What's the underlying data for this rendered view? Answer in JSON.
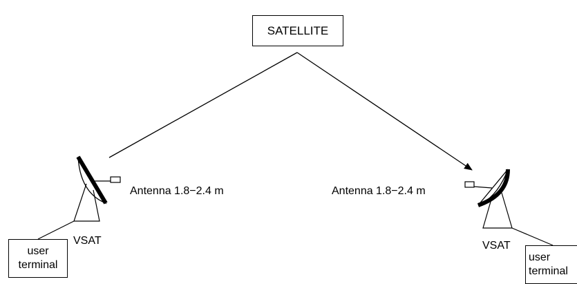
{
  "satellite": {
    "label": "SATELLITE"
  },
  "left_station": {
    "antenna_label": "Antenna 1.8−2.4 m",
    "vsat_label": "VSAT",
    "terminal": {
      "line1": "user",
      "line2": "terminal"
    }
  },
  "right_station": {
    "antenna_label": "Antenna 1.8−2.4 m",
    "vsat_label": "VSAT",
    "terminal": {
      "line1": "user",
      "line2": "terminal"
    }
  },
  "colors": {
    "line": "#000000",
    "background": "#ffffff"
  }
}
